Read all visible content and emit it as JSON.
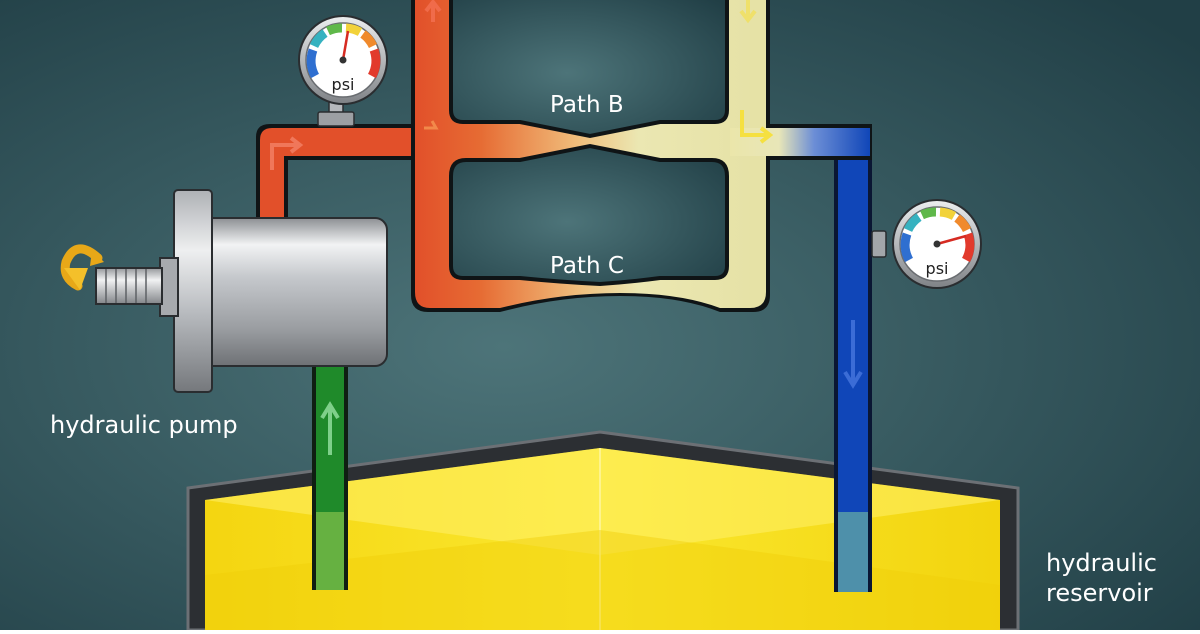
{
  "diagram": {
    "labels": {
      "path_b": "Path B",
      "path_c": "Path C",
      "pump": "hydraulic pump",
      "reservoir_line1": "hydraulic",
      "reservoir_line2": "reservoir"
    },
    "gauges": {
      "unit": "psi"
    },
    "icons": {
      "rotation": "rotation-arrow-icon",
      "flow": "flow-arrow-icon"
    },
    "colors": {
      "background_center": "#4d7479",
      "background_edge": "#213f46",
      "fluid_suction": "#1f8a2a",
      "fluid_pressure": "#e2502a",
      "fluid_low_pressure": "#ebe7b2",
      "fluid_return": "#1046b8",
      "reservoir_oil": "#f9e11a",
      "pump_body": "#c5c8cc"
    }
  }
}
